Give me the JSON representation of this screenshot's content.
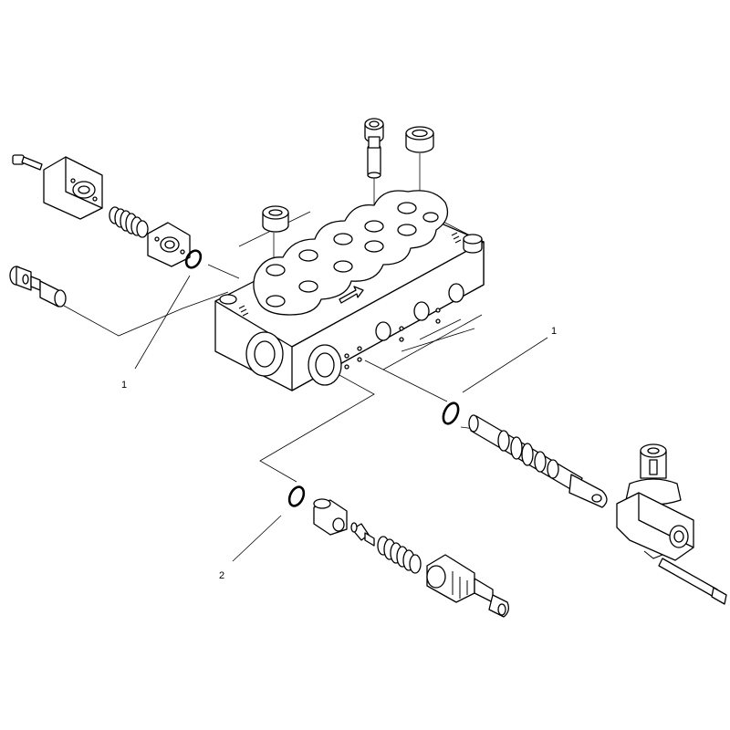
{
  "callouts": [
    {
      "id": "callout-1-left",
      "text": "1"
    },
    {
      "id": "callout-1-right",
      "text": "1"
    },
    {
      "id": "callout-2",
      "text": "2"
    }
  ],
  "colors": {
    "line": "#000000",
    "background": "#ffffff"
  }
}
